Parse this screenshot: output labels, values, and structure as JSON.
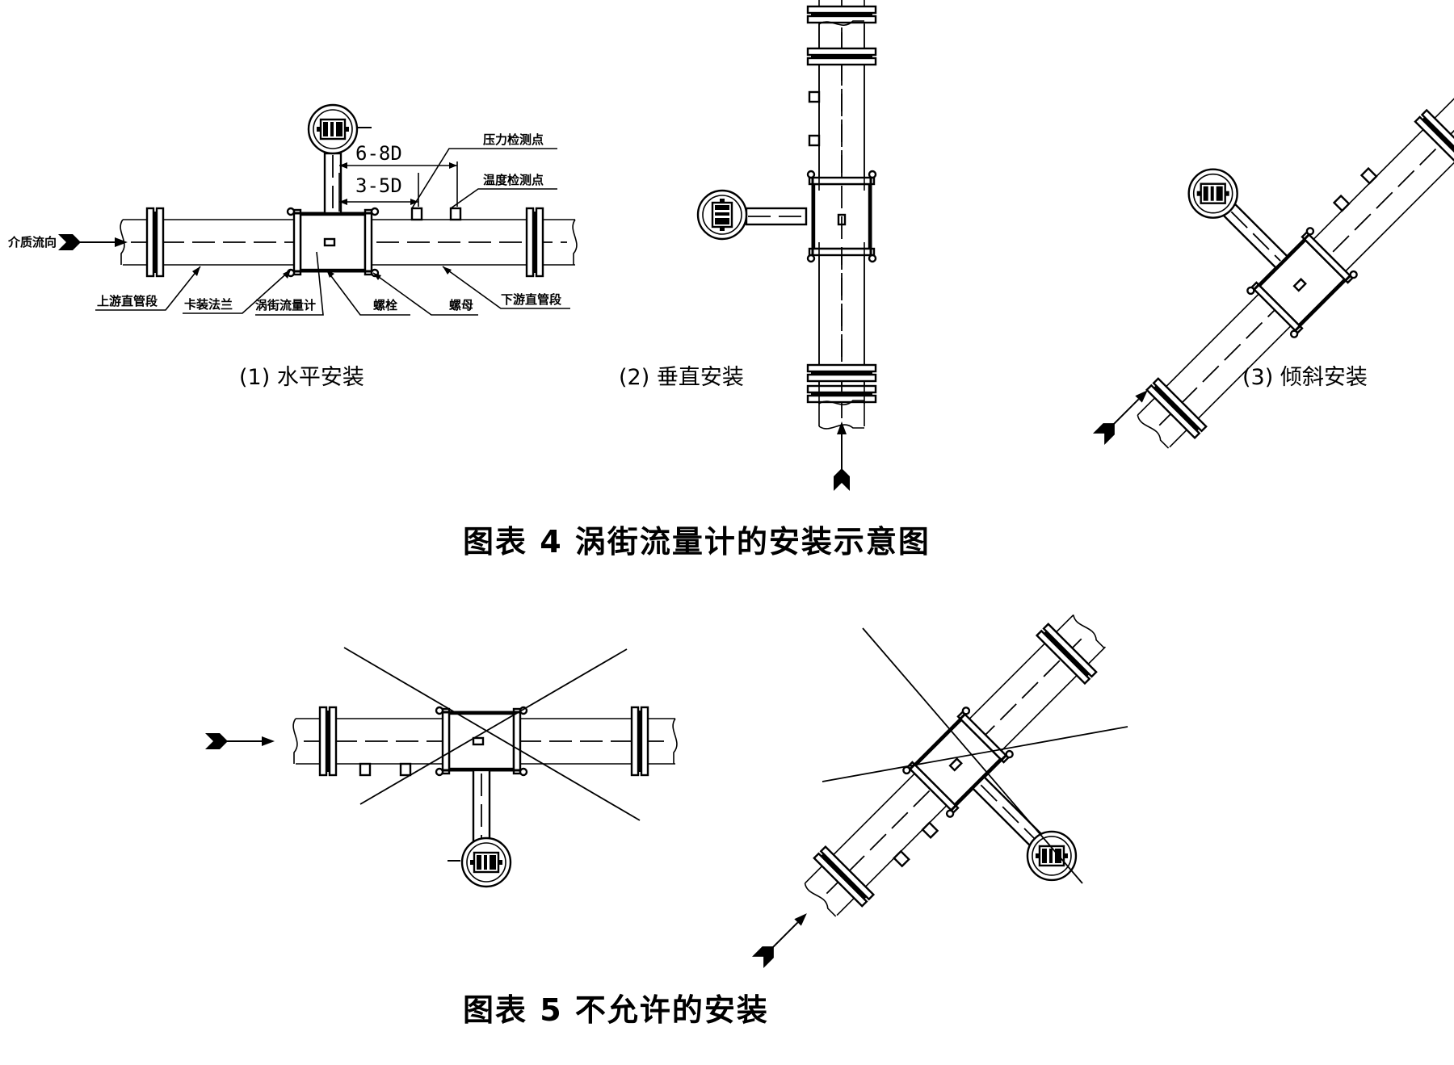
{
  "figure4": {
    "caption": "图表 4   涡街流量计的安装示意图",
    "horizontal": {
      "subtitle": "(1) 水平安装",
      "flow_label": "介质流向",
      "dim_long": "6-8D",
      "dim_short": "3-5D",
      "labels": {
        "pressure_point": "压力检测点",
        "temperature_point": "温度检测点",
        "upstream_pipe": "上游直管段",
        "clamp_flange": "卡装法兰",
        "vortex_meter": "涡街流量计",
        "bolt": "螺栓",
        "nut": "螺母",
        "downstream_pipe": "下游直管段"
      }
    },
    "vertical": {
      "subtitle": "(2) 垂直安装"
    },
    "inclined": {
      "subtitle": "(3) 倾斜安装"
    }
  },
  "figure5": {
    "caption": "图表 5   不允许的安装"
  },
  "icons": [
    "flow-arrow-icon",
    "forbidden-cross-icon",
    "vortex-meter-icon"
  ]
}
